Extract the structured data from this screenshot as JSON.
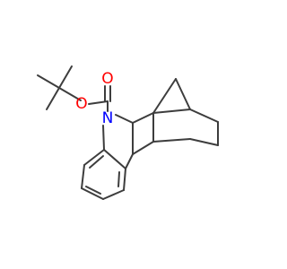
{
  "molecule": {
    "atoms": [
      {
        "symbol": "O",
        "color": "#ff0000"
      },
      {
        "symbol": "O",
        "color": "#ff0000"
      },
      {
        "symbol": "N",
        "color": "#0000ff"
      }
    ],
    "bond_color": "#3d3d3d"
  }
}
